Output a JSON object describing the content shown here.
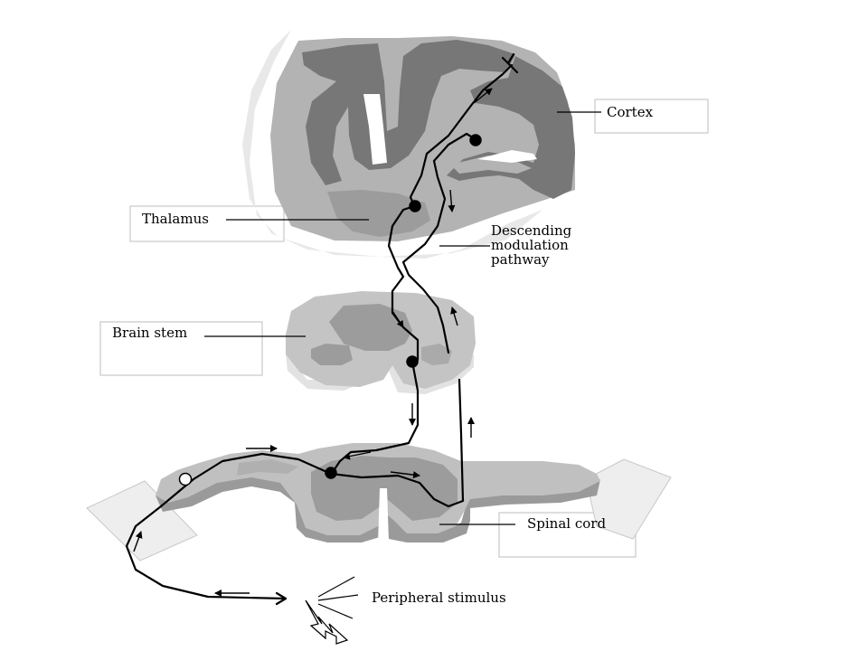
{
  "labels": {
    "cortex": "Cortex",
    "thalamus": "Thalamus",
    "descending_line1": "Descending",
    "descending_line2": "modulation",
    "descending_line3": "pathway",
    "brain_stem": "Brain stem",
    "spinal_cord": "Spinal cord",
    "peripheral_stimulus": "Peripheral stimulus"
  },
  "colors": {
    "gray_matter": "#777777",
    "white_matter": "#b3b3b3",
    "outer_shadow": "#e8e8e8",
    "tissue_light": "#c4c4c4",
    "tissue_dark": "#9c9c9c",
    "label_box_border": "#c8c8c8",
    "pathway": "#000000"
  },
  "icons": {
    "stimulus": "lightning-bolt-icon",
    "neuron": "neuron-cell-body-icon",
    "direction": "arrow-icon"
  }
}
